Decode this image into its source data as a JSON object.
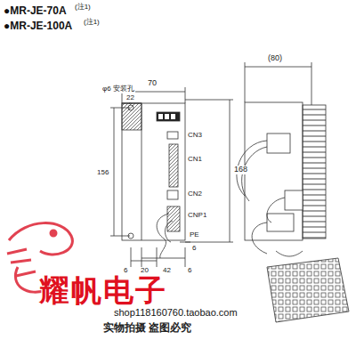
{
  "diagram": {
    "labels": [
      "●MR-JE-70A",
      "(注1)",
      "●MR-JE-100A",
      "(注1)",
      "70",
      "(80)",
      "22",
      "φ6 安装孔",
      "CN3",
      "CN1",
      "CN2",
      "CNP1",
      "156",
      "168",
      "PE",
      "6",
      "6",
      "20",
      "42",
      "6",
      "耀帆电子",
      "shop118160760.taobao.com",
      "实物拍摄  盗图必究"
    ]
  }
}
